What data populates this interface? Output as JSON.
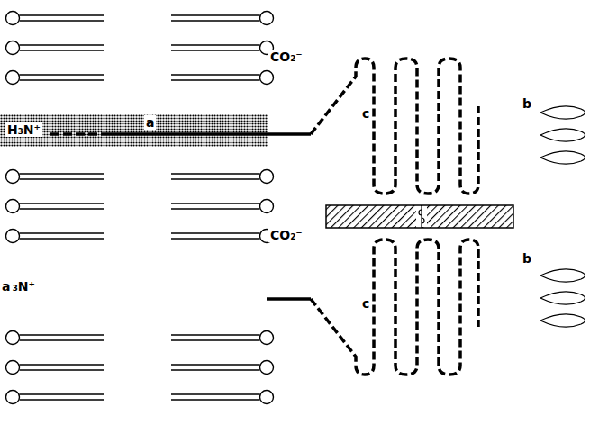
{
  "diagram": {
    "nodes": [
      {
        "text": [
          "H₃N⁺",
          "a"
        ]
      },
      {
        "text": [
          "CO₂⁻"
        ]
      },
      {
        "text": [
          "c"
        ],
        "in": 1
      },
      {
        "text": [
          "b"
        ],
        "in": 1
      },
      {
        "text": [
          "H₃N⁺",
          "a"
        ]
      },
      {
        "text": [
          "CO₂⁻"
        ]
      },
      {
        "text": [
          "c"
        ],
        "in": 5
      },
      {
        "text": [
          "b"
        ],
        "in": 5
      }
    ]
  }
}
